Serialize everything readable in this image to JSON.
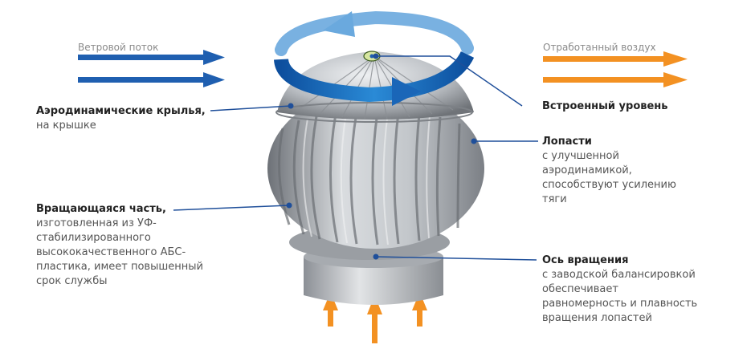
{
  "flows": {
    "wind": "Ветровой поток",
    "exhaust": "Отработанный воздух"
  },
  "callouts": {
    "wings": {
      "title": "Аэродинамические крылья,",
      "desc": "на крышке"
    },
    "level": {
      "title": "Встроенный уровень",
      "desc": ""
    },
    "blades": {
      "title": "Лопасти",
      "desc": "с улучшенной\nаэродинамикой,\nспособствуют усилению\nтяги"
    },
    "rotating": {
      "title": "Вращающаяся часть,",
      "desc": "изготовленная из УФ-\nстабилизированного\nвысококачественного АБС-\nпластика, имеет повышенный\nсрок службы"
    },
    "axis": {
      "title": "Ось вращения",
      "desc": "с заводской балансировкой\nобеспечивает\nравномерность и плавность\nвращения лопастей"
    }
  },
  "colors": {
    "blue": "#1f5fb0",
    "orange": "#f39122",
    "leader": "#1f4f9a",
    "metal": "#b9bdc2"
  }
}
